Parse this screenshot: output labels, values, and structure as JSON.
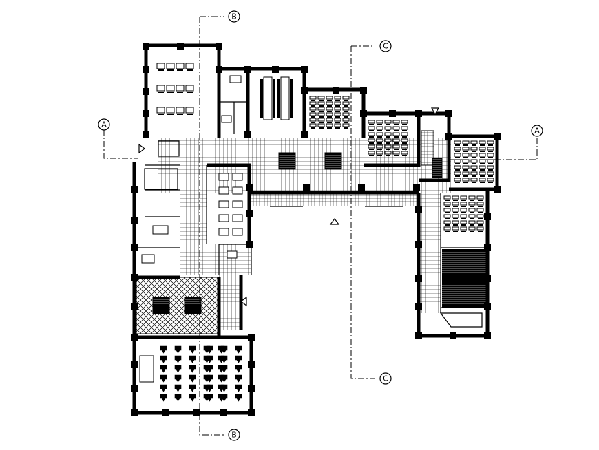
{
  "sections": {
    "a_left": "A",
    "a_right": "A",
    "b_top": "B",
    "b_bottom": "B",
    "c_top": "C",
    "c_bottom": "C"
  },
  "colors": {
    "line": "#000000",
    "background": "#ffffff"
  }
}
